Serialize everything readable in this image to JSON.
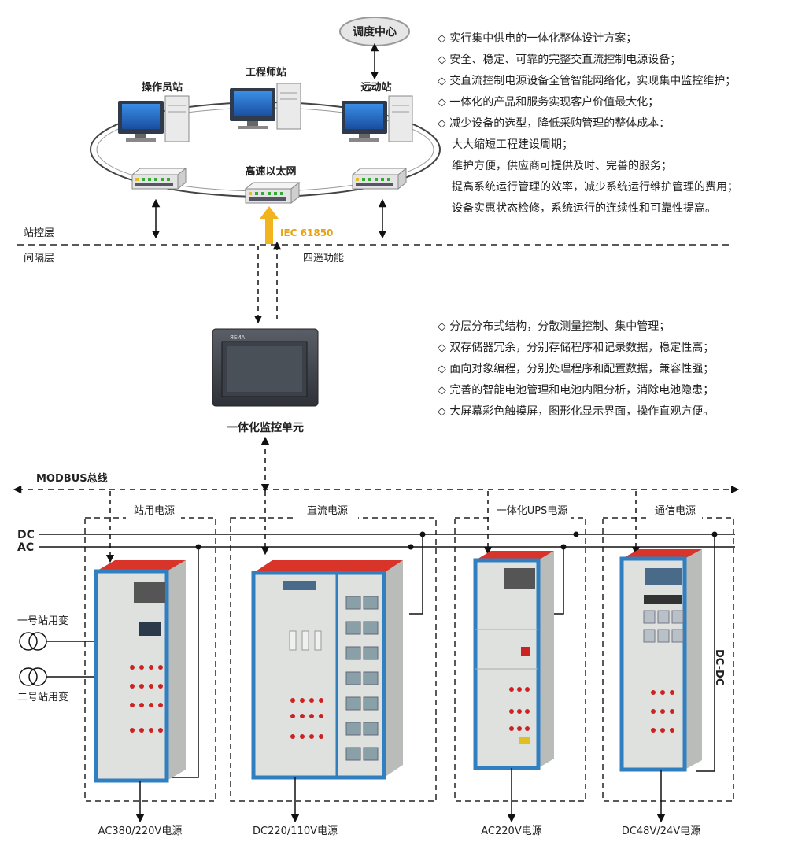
{
  "nodes": {
    "dispatch": "调度中心",
    "operator": "操作员站",
    "engineer": "工程师站",
    "telecontrol": "远动站",
    "ethernet": "高速以太网",
    "iec": "IEC 61850",
    "station_layer": "站控层",
    "bay_layer": "间隔层",
    "four_remote": "四遥功能",
    "monitor_unit": "一体化监控单元",
    "modbus": "MODBUS总线",
    "dc": "DC",
    "ac": "AC",
    "transformer1": "一号站用变",
    "transformer2": "二号站用变",
    "dcdc": "DC-DC"
  },
  "groups": {
    "station_power": "站用电源",
    "dc_power": "直流电源",
    "ups_power": "一体化UPS电源",
    "comm_power": "通信电源"
  },
  "outputs": {
    "ac380": "AC380/220V电源",
    "dc220": "DC220/110V电源",
    "ac220": "AC220V电源",
    "dc48": "DC48V/24V电源"
  },
  "features_top": [
    "◇ 实行集中供电的一体化整体设计方案；",
    "◇ 安全、稳定、可靠的完整交直流控制电源设备；",
    "◇ 交直流控制电源设备全管智能网络化，实现集中监控维护；",
    "◇ 一体化的产品和服务实现客户价值最大化；",
    "◇ 减少设备的选型，降低采购管理的整体成本："
  ],
  "features_sub": [
    "大大缩短工程建设周期；",
    "维护方便，供应商可提供及时、完善的服务；",
    "提高系统运行管理的效率，减少系统运行维护管理的费用；",
    "设备实惠状态检修，系统运行的连续性和可靠性提高。"
  ],
  "features_mid": [
    "◇ 分层分布式结构，分散测量控制、集中管理；",
    "◇ 双存储器冗余，分别存储程序和记录数据，稳定性高；",
    "◇ 面向对象编程，分别处理程序和配置数据，兼容性强；",
    "◇ 完善的智能电池管理和电池内阻分析，消除电池隐患；",
    "◇ 大屏幕彩色触摸屏，图形化显示界面，操作直观方便。"
  ],
  "colors": {
    "cabinet_frame": "#2f7fc1",
    "cabinet_top": "#d8342a",
    "cabinet_body": "#dfe1de",
    "iec_arrow": "#f2b41e",
    "screen": "#2266cc",
    "switch_led": "#33aa33"
  }
}
